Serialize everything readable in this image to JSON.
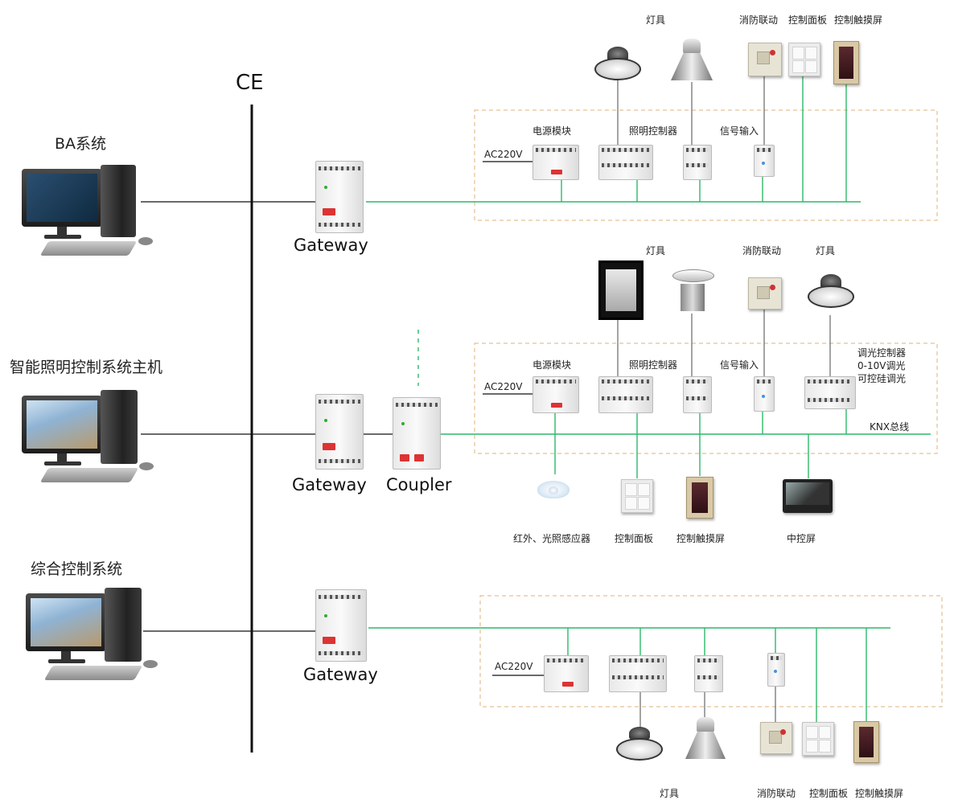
{
  "backbone": {
    "label": "CE"
  },
  "hosts": {
    "ba": "BA系统",
    "lighting_host": "智能照明控制系统主机",
    "integrated": "综合控制系统"
  },
  "devices": {
    "gateway": "Gateway",
    "coupler": "Coupler"
  },
  "top_branch": {
    "lamp_label": "灯具",
    "fire_label": "消防联动",
    "panel_label": "控制面板",
    "touch_label": "控制触摸屏",
    "power_module": "电源模块",
    "lighting_controller": "照明控制器",
    "signal_input": "信号输入",
    "ac": "AC220V"
  },
  "middle_branch": {
    "lamp_label_1": "灯具",
    "fire_label": "消防联动",
    "lamp_label_2": "灯具",
    "power_module": "电源模块",
    "lighting_controller": "照明控制器",
    "signal_input": "信号输入",
    "dimmer": [
      "调光控制器",
      "0-10V调光",
      "可控硅调光"
    ],
    "ac": "AC220V",
    "bus": "KNX总线",
    "sensor_label": "红外、光照感应器",
    "panel_label": "控制面板",
    "touch_label": "控制触摸屏",
    "central_label": "中控屏"
  },
  "bottom_branch": {
    "ac": "AC220V",
    "lamp_label": "灯具",
    "fire_label": "消防联动",
    "panel_label": "控制面板",
    "touch_label": "控制触摸屏"
  },
  "colors": {
    "bus": "#2db86a",
    "backbone": "#111111",
    "dashed_box": "#e0b07a"
  }
}
